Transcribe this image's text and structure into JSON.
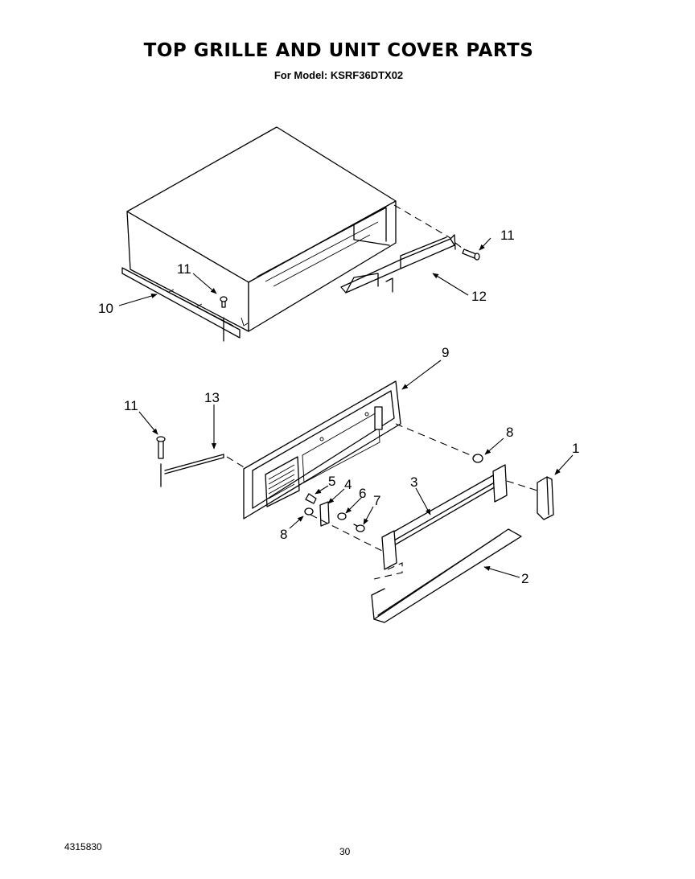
{
  "header": {
    "title": "TOP GRILLE AND UNIT COVER PARTS",
    "subtitle": "For Model: KSRF36DTX02"
  },
  "footer": {
    "doc_number": "4315830",
    "page_number": "30"
  },
  "callouts": {
    "c1": "1",
    "c2": "2",
    "c3": "3",
    "c4": "4",
    "c5": "5",
    "c6": "6",
    "c7": "7",
    "c8a": "8",
    "c8b": "8",
    "c9": "9",
    "c10": "10",
    "c11a": "11",
    "c11b": "11",
    "c11c": "11",
    "c12": "12",
    "c13": "13"
  }
}
